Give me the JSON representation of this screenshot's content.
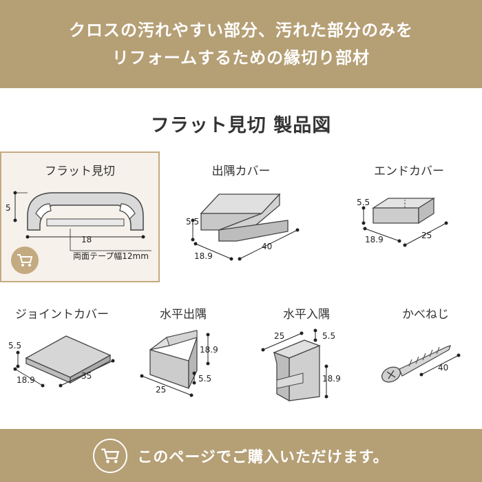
{
  "header": {
    "line1": "クロスの汚れやすい部分、汚れた部分のみを",
    "line2": "リフォームするための縁切り部材"
  },
  "section_title": "フラット見切 製品図",
  "products": [
    {
      "label": "フラット見切",
      "dims": [
        "5",
        "18"
      ],
      "note": "両面テープ幅12mm"
    },
    {
      "label": "出隅カバー",
      "dims": [
        "5.5",
        "18.9",
        "40"
      ]
    },
    {
      "label": "エンドカバー",
      "dims": [
        "5.5",
        "18.9",
        "25"
      ]
    },
    {
      "label": "ジョイントカバー",
      "dims": [
        "5.5",
        "18.9",
        "35"
      ]
    },
    {
      "label": "水平出隅",
      "dims": [
        "18.9",
        "5.5",
        "25"
      ]
    },
    {
      "label": "水平入隅",
      "dims": [
        "25",
        "5.5",
        "18.9"
      ]
    },
    {
      "label": "かべねじ",
      "dims": [
        "40"
      ]
    }
  ],
  "footer": {
    "cta": "このページでご購入いただけます。"
  },
  "colors": {
    "band": "#b59f75",
    "featured_bg": "#f6f1ea",
    "featured_border": "#c4aa80",
    "part_fill": "#d9d9d9",
    "part_stroke": "#444444"
  },
  "icons": [
    "cart-icon",
    "cart-icon"
  ]
}
